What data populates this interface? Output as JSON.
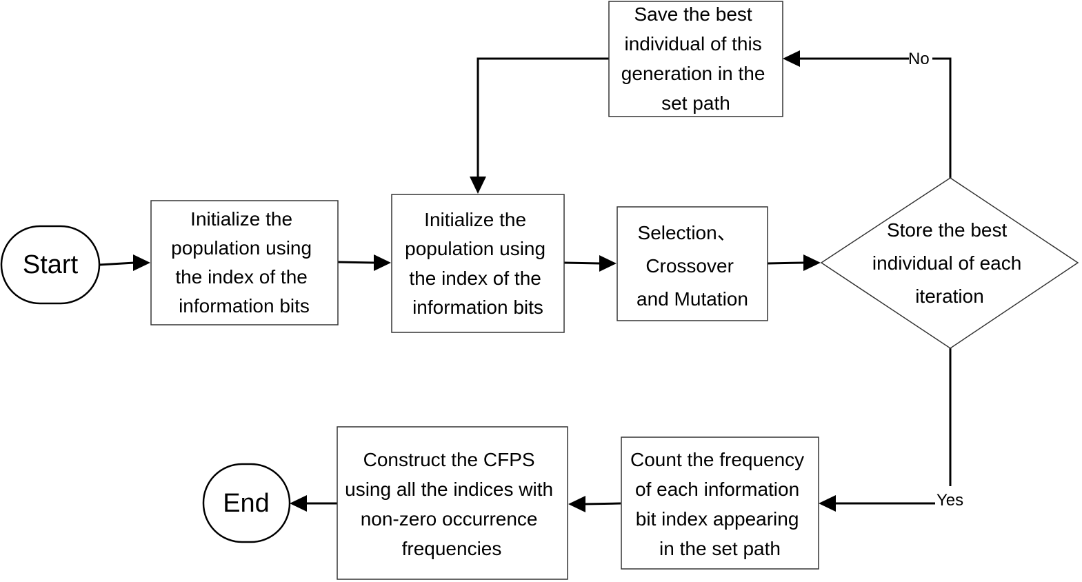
{
  "nodes": {
    "start": {
      "label": "Start"
    },
    "init1": {
      "lines": [
        "Initialize the",
        "population using",
        "the index of the",
        "information bits"
      ]
    },
    "init2": {
      "lines": [
        "Initialize the",
        "population using",
        "the index of the",
        "information bits"
      ]
    },
    "ga": {
      "lines": [
        "Selection、",
        "Crossover",
        "and Mutation"
      ]
    },
    "decision": {
      "lines": [
        "Store the best",
        "individual of each",
        "iteration"
      ]
    },
    "save": {
      "lines": [
        "Save the best",
        "individual of this",
        "generation in the",
        "set path"
      ]
    },
    "count": {
      "lines": [
        "Count the frequency",
        "of each information",
        "bit index appearing",
        "in the set path"
      ]
    },
    "construct": {
      "lines": [
        "Construct the CFPS",
        "using all the indices with",
        "non-zero occurrence",
        "frequencies"
      ]
    },
    "end": {
      "label": "End"
    }
  },
  "edges": {
    "no_label": "No",
    "yes_label": "Yes"
  }
}
